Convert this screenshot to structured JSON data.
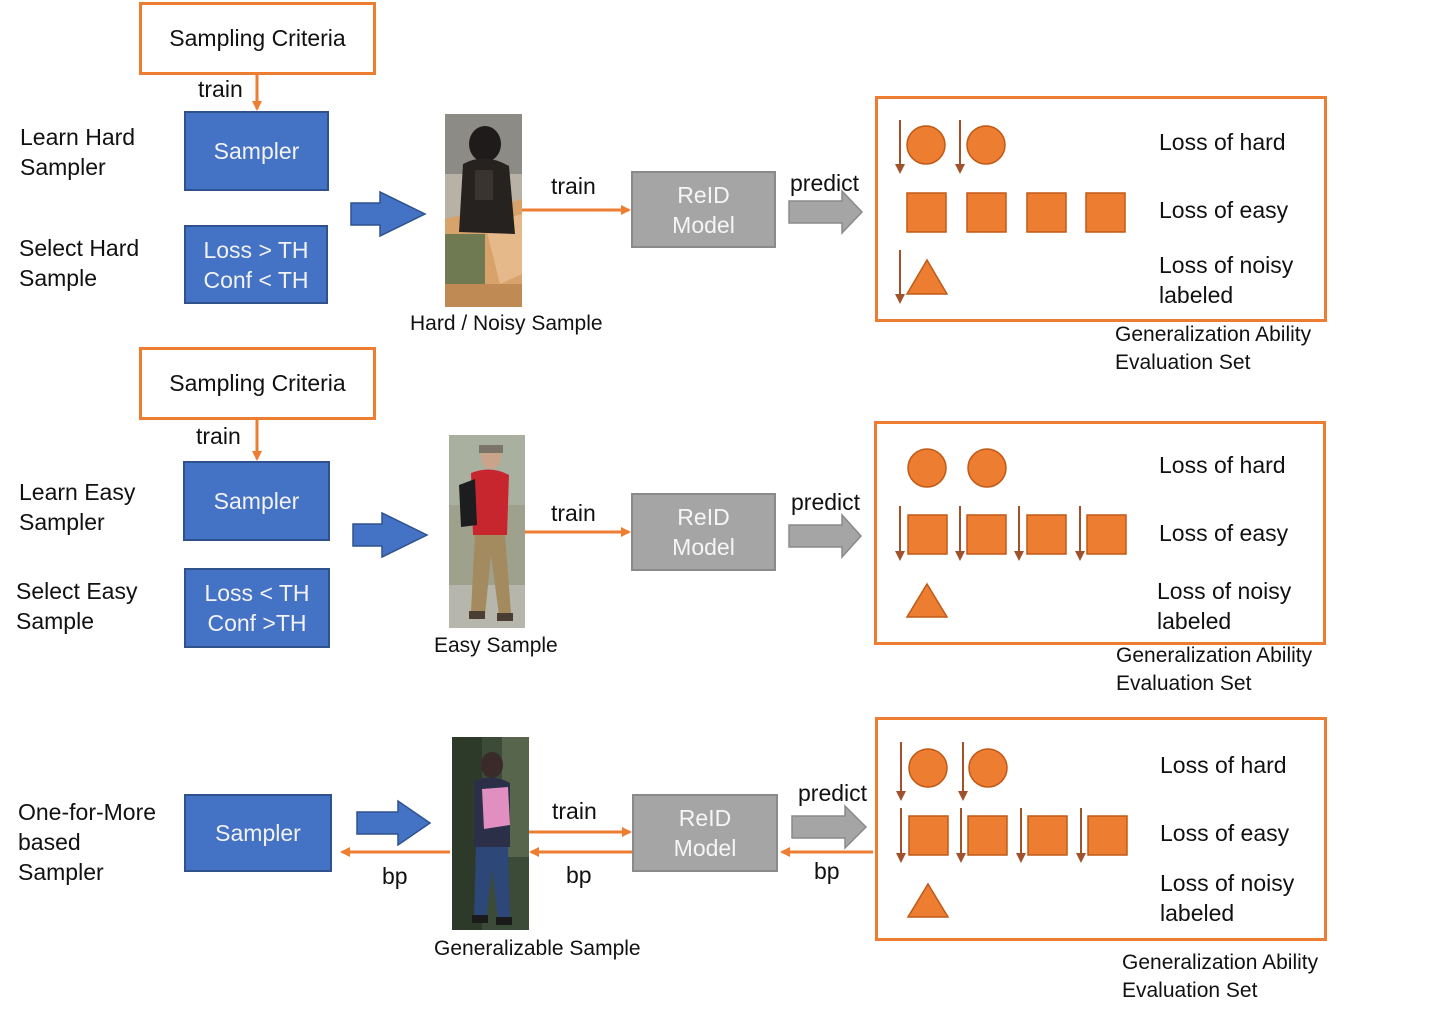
{
  "colors": {
    "orange": "#ED7D31",
    "blue": "#4472C4",
    "grey": "#A5A5A5"
  },
  "row1": {
    "criteria": "Sampling Criteria",
    "train_top": "train",
    "left_label": "Learn Hard\nSampler",
    "left_label2": "Select Hard\nSample",
    "sampler": "Sampler",
    "rule_line1": "Loss > TH",
    "rule_line2": "Conf < TH",
    "sample_caption": "Hard / Noisy Sample",
    "train": "train",
    "reid_line1": "ReID",
    "reid_line2": "Model",
    "predict": "predict",
    "loss_hard": "Loss of hard",
    "loss_easy": "Loss of easy",
    "loss_noisy": "Loss of noisy\nlabeled",
    "eval_caption": "Generalization Ability\nEvaluation Set"
  },
  "row2": {
    "criteria": "Sampling Criteria",
    "train_top": "train",
    "left_label": "Learn Easy\nSampler",
    "left_label2": "Select Easy\nSample",
    "sampler": "Sampler",
    "rule_line1": "Loss < TH",
    "rule_line2": "Conf >TH",
    "sample_caption": "Easy Sample",
    "train": "train",
    "reid_line1": "ReID",
    "reid_line2": "Model",
    "predict": "predict",
    "loss_hard": "Loss of hard",
    "loss_easy": "Loss of easy",
    "loss_noisy": "Loss of noisy\nlabeled",
    "eval_caption": "Generalization Ability\nEvaluation Set"
  },
  "row3": {
    "left_label": "One-for-More\nbased\nSampler",
    "sampler": "Sampler",
    "bp1": "bp",
    "sample_caption": "Generalizable Sample",
    "train": "train",
    "bp2": "bp",
    "reid_line1": "ReID",
    "reid_line2": "Model",
    "predict": "predict",
    "bp3": "bp",
    "loss_hard": "Loss of hard",
    "loss_easy": "Loss of easy",
    "loss_noisy": "Loss of noisy\nlabeled",
    "eval_caption": "Generalization Ability\nEvaluation Set"
  }
}
